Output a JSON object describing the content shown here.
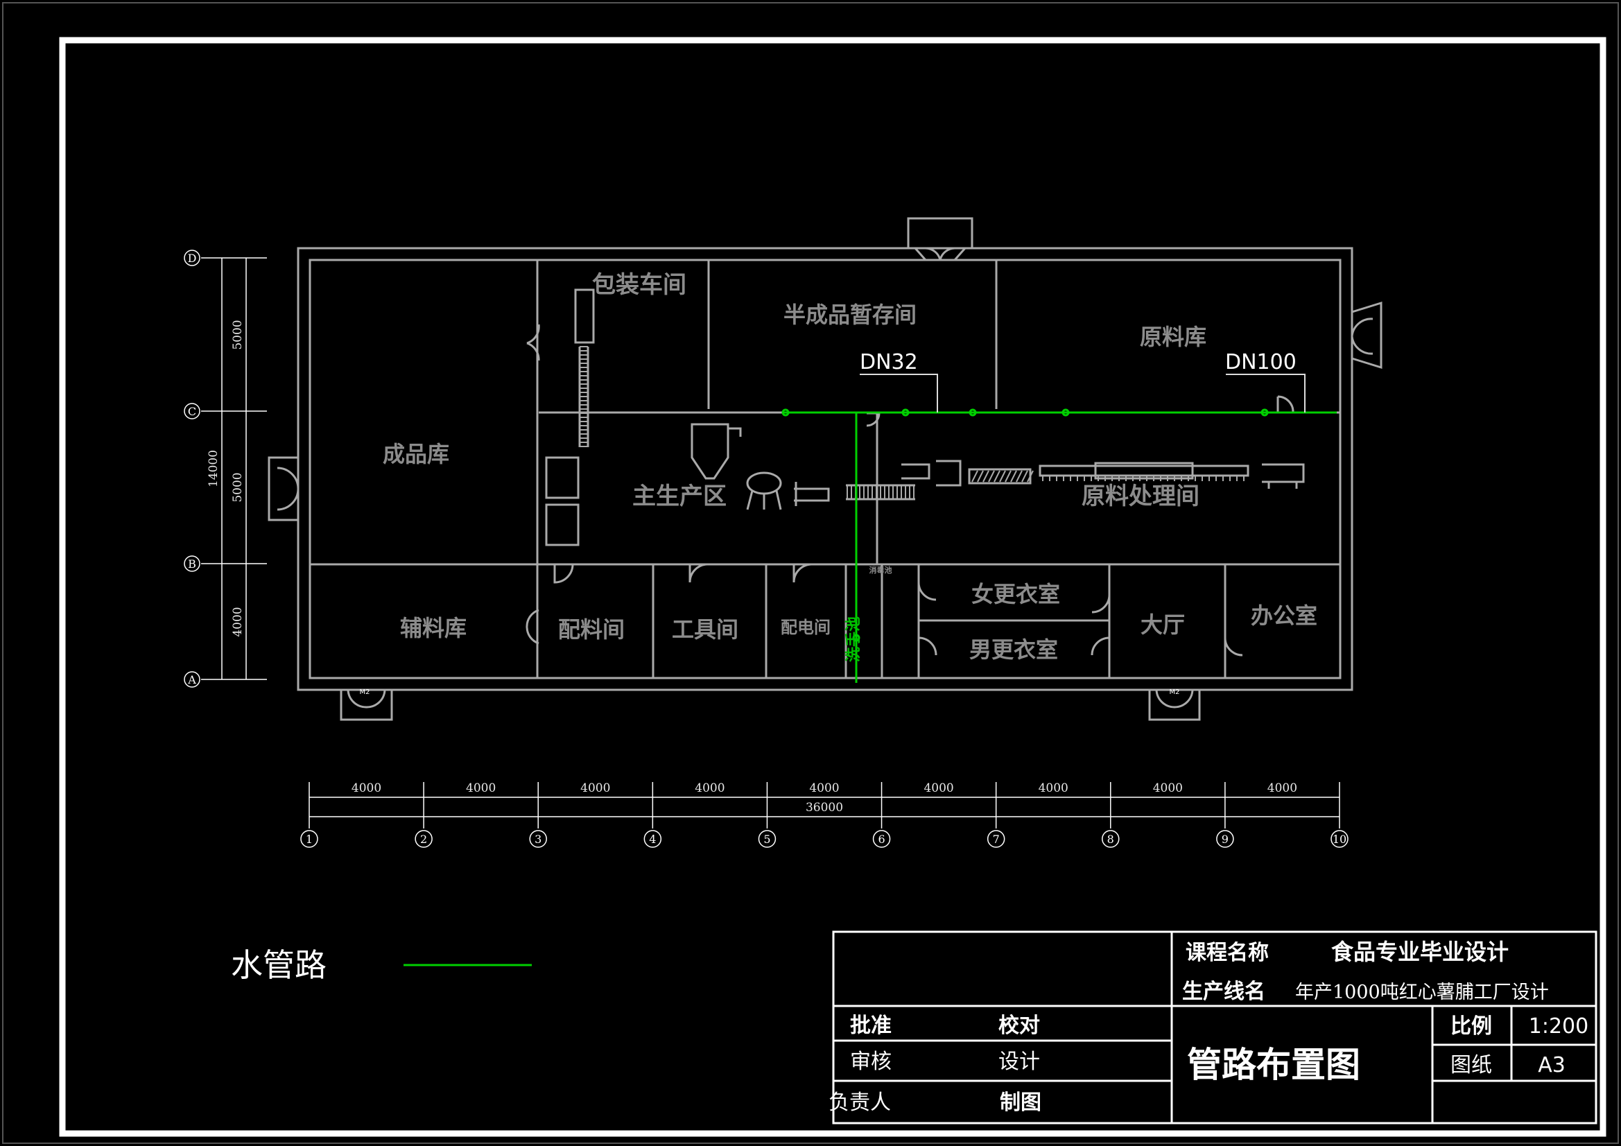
{
  "colors": {
    "background": "#000000",
    "wall": "#aaaaaa",
    "pipe": "#00d000",
    "text_room": "#8c8c8c",
    "text_white": "#ffffff"
  },
  "rooms": {
    "packaging": "包装车间",
    "semi_storage": "半成品暂存间",
    "raw_store": "原料库",
    "finished_store": "成品库",
    "main_production": "主生产区",
    "raw_processing": "原料处理间",
    "aux_store": "辅料库",
    "batching": "配料间",
    "tools": "工具间",
    "power": "配电间",
    "handwash": "洗手池",
    "female_locker": "女更衣室",
    "male_locker": "男更衣室",
    "hall": "大厅",
    "office": "办公室",
    "disinfection": "消毒池"
  },
  "pipes": {
    "dn32": "DN32",
    "dn100": "DN100"
  },
  "grid": {
    "rows": [
      "D",
      "C",
      "B",
      "A"
    ],
    "row_dims": [
      "5000",
      "5000",
      "4000"
    ],
    "total_height": "14000",
    "cols": [
      "1",
      "2",
      "3",
      "4",
      "5",
      "6",
      "7",
      "8",
      "9",
      "10"
    ],
    "col_dims": [
      "4000",
      "4000",
      "4000",
      "4000",
      "4000",
      "4000",
      "4000",
      "4000",
      "4000"
    ],
    "total_width": "36000"
  },
  "doors": {
    "code": "M2"
  },
  "legend": {
    "label": "水管路"
  },
  "title_block": {
    "course_label": "课程名称",
    "course_value": "食品专业毕业设计",
    "line_label": "生产线名",
    "line_value": "年产1000吨红心薯脯工厂设计",
    "approve": "批准",
    "check": "校对",
    "review": "审核",
    "design": "设计",
    "responsible": "负责人",
    "draw": "制图",
    "drawing_title": "管路布置图",
    "scale_label": "比例",
    "scale_value": "1:200",
    "paper_label": "图纸",
    "paper_value": "A3"
  }
}
